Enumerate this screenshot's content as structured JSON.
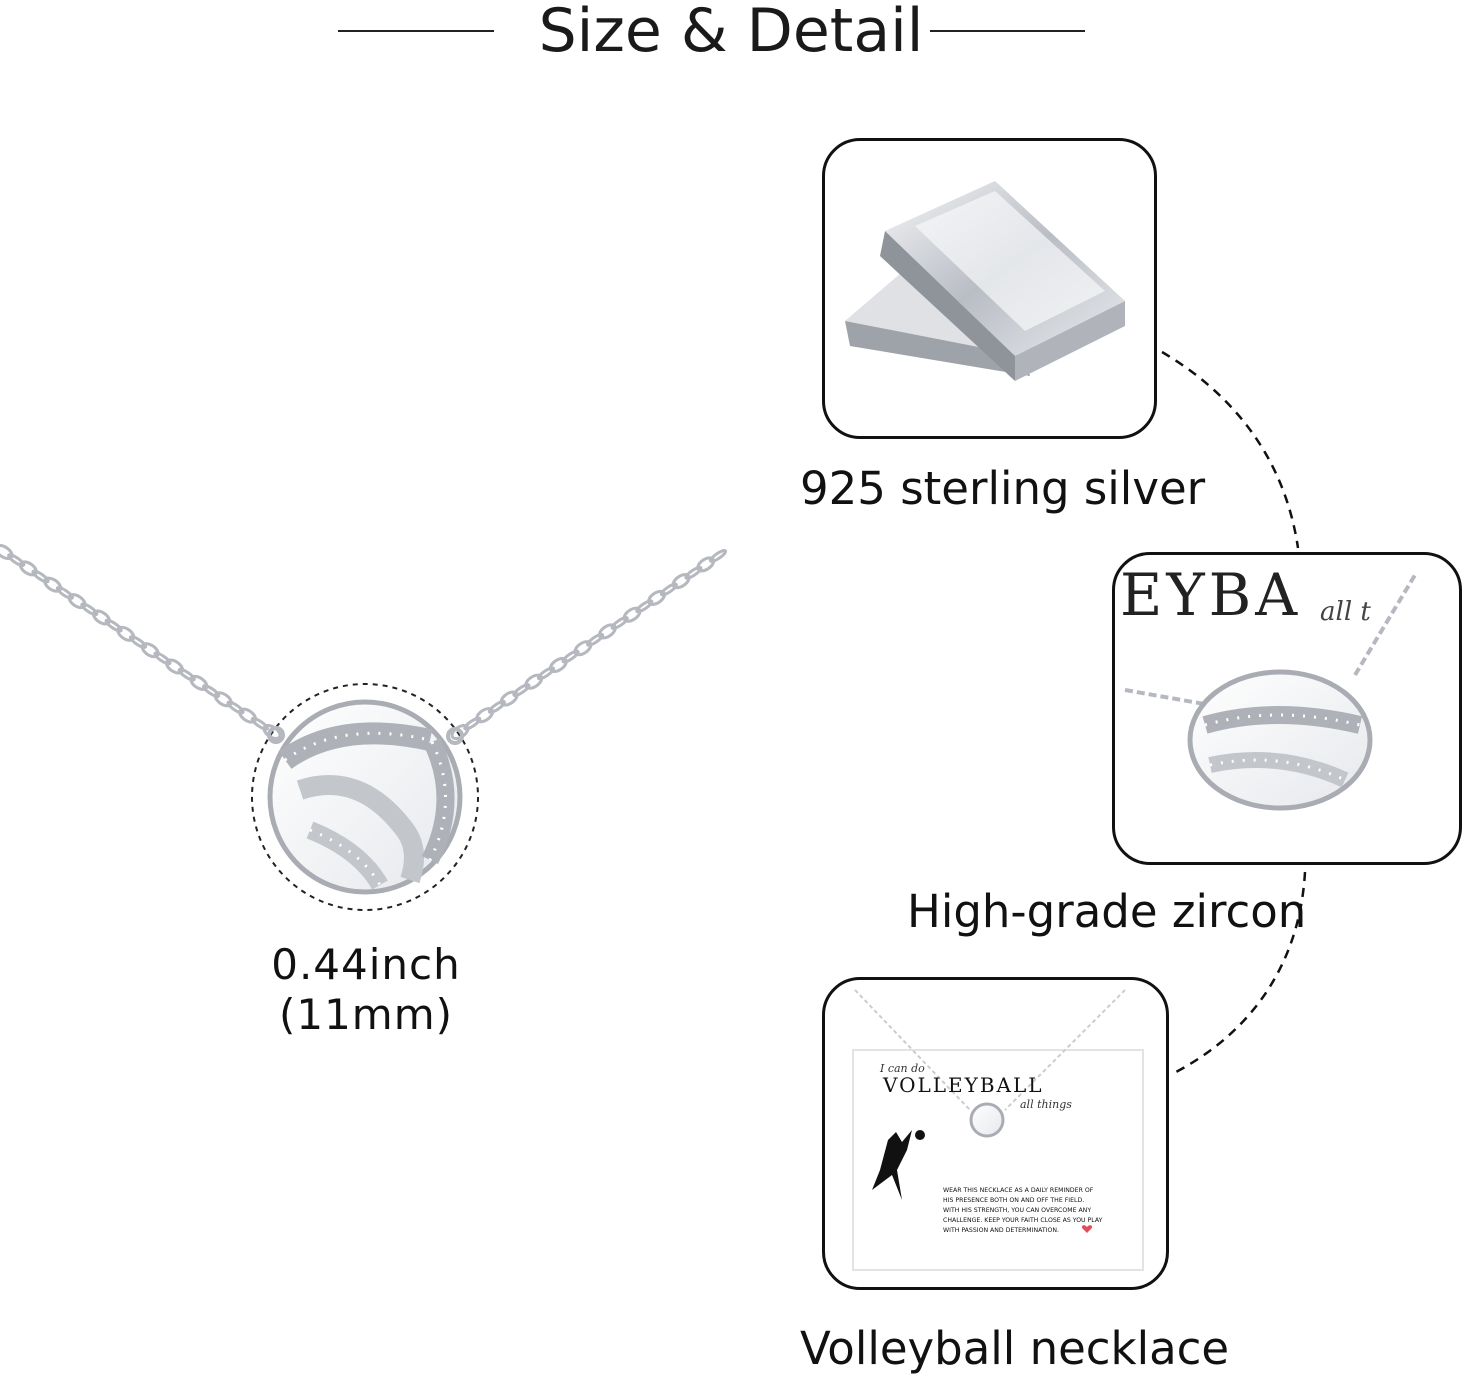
{
  "title": "Size & Detail",
  "size": {
    "inch": "0.44inch",
    "mm": "(11mm)"
  },
  "features": [
    {
      "label": "925 sterling silver",
      "icon": "silver-bars-icon"
    },
    {
      "label": "High-grade zircon",
      "icon": "zircon-pendant-icon"
    },
    {
      "label": "Volleyball necklace",
      "icon": "necklace-card-icon"
    }
  ],
  "card": {
    "eyebrow": "I can do",
    "word": "VOLLEYBALL",
    "tail": "all things",
    "message": [
      "WEAR THIS NECKLACE AS A DAILY REMINDER OF",
      "HIS PRESENCE BOTH ON AND OFF THE FIELD.",
      "WITH HIS STRENGTH, YOU CAN OVERCOME ANY",
      "CHALLENGE. KEEP YOUR FAITH CLOSE AS YOU PLAY",
      "WITH PASSION AND DETERMINATION."
    ]
  },
  "colors": {
    "text": "#111111",
    "silver": "#c9ccd1",
    "heart": "#e0505a"
  }
}
